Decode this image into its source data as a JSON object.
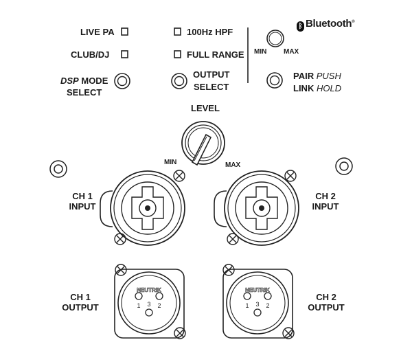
{
  "dsp": {
    "live_pa": "LIVE PA",
    "club_dj": "CLUB/DJ",
    "mode_dsp": "DSP",
    "mode_word": "MODE",
    "select": "SELECT"
  },
  "output": {
    "hpf": "100Hz HPF",
    "full_range": "FULL RANGE",
    "output_word": "OUTPUT",
    "select": "SELECT"
  },
  "bluetooth": {
    "logo_text": "Bluetooth",
    "logo_mark": "®",
    "min": "MIN",
    "max": "MAX",
    "pair": "PAIR",
    "push": "PUSH",
    "link": "LINK",
    "hold": "HOLD"
  },
  "level": {
    "title": "LEVEL",
    "min": "MIN",
    "max": "MAX"
  },
  "inputs": {
    "ch1_line1": "CH 1",
    "ch1_line2": "INPUT",
    "ch2_line1": "CH 2",
    "ch2_line2": "INPUT"
  },
  "outputs": {
    "ch1_line1": "CH 1",
    "ch1_line2": "OUTPUT",
    "ch2_line1": "CH 2",
    "ch2_line2": "OUTPUT",
    "brand": "NEUTRIK",
    "pin1": "1",
    "pin2": "2",
    "pin3": "3"
  }
}
